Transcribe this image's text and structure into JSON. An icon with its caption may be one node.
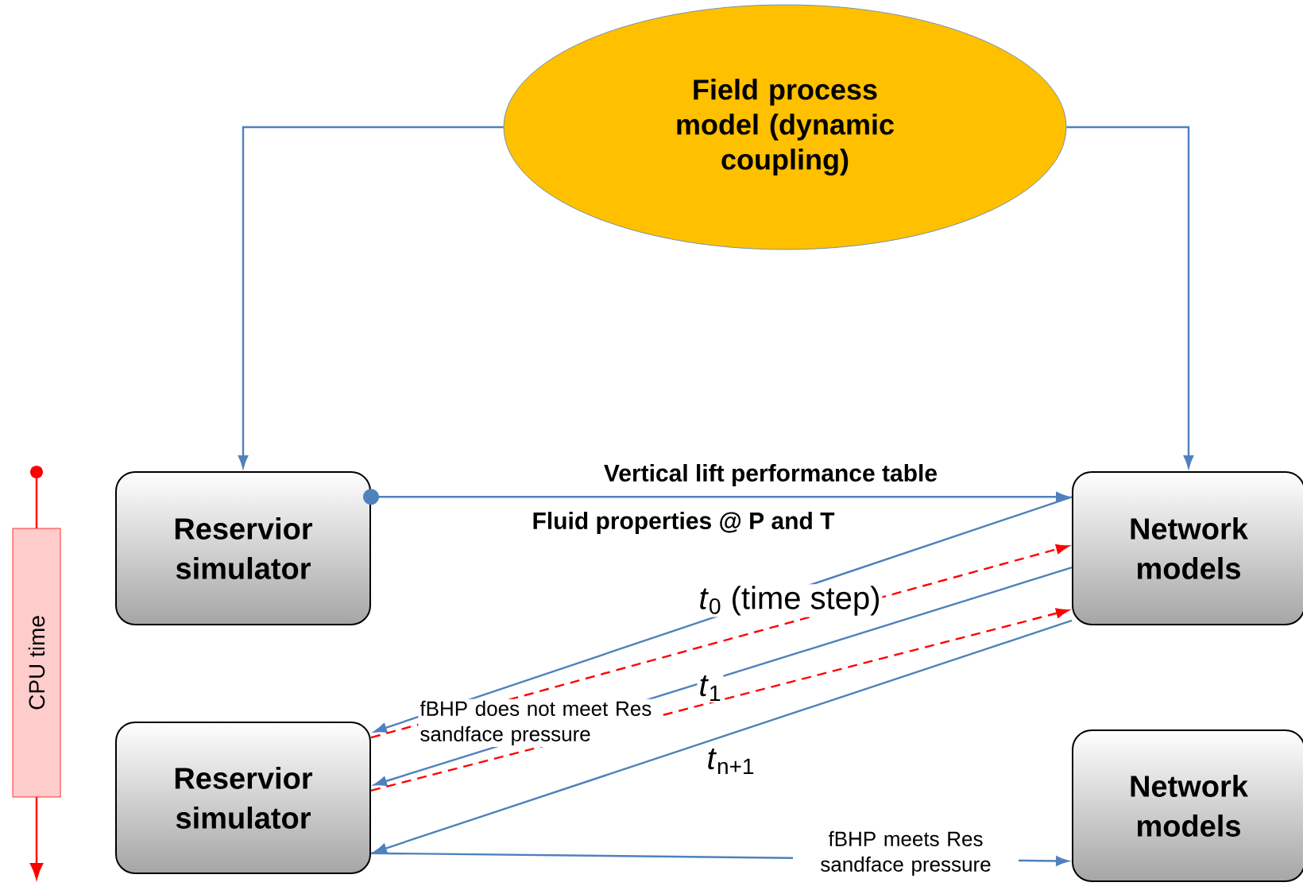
{
  "diagram": {
    "nodes": [
      {
        "text": [
          "Field process model (dynamic coupling)"
        ]
      },
      {
        "text": [
          "Reservior simulator"
        ]
      },
      {
        "text": [
          "Network models"
        ]
      },
      {
        "text": [
          "Reservior simulator"
        ]
      },
      {
        "text": [
          "Network models"
        ]
      },
      {
        "text": [
          "CPU time"
        ]
      }
    ],
    "edges": [
      {
        "from": 0,
        "to": 1,
        "arrow": "to"
      },
      {
        "from": 0,
        "to": 2,
        "arrow": "to"
      },
      {
        "from": 1,
        "to": 2,
        "arrow": "to",
        "label": "Vertical lift performance table"
      },
      {
        "from": 2,
        "to": 3,
        "arrow": "to",
        "label": "*t*$_{0}$ (time step)"
      },
      {
        "from": 3,
        "to": 2,
        "arrow": "to",
        "style": "dashed",
        "color": "#ff0000"
      },
      {
        "from": 2,
        "to": 3,
        "arrow": "to",
        "label": "*t*$_{1}$"
      },
      {
        "from": 3,
        "to": 2,
        "arrow": "to",
        "style": "dashed",
        "color": "#ff0000"
      },
      {
        "from": 2,
        "to": 3,
        "arrow": "to",
        "label": "*t*$_{n+1}$"
      },
      {
        "from": 3,
        "to": 4,
        "arrow": "to",
        "label": "fBHP meets Res sandface pressure"
      }
    ],
    "labels": [
      "Fluid properties @ P and T",
      "fBHP does not meet Res sandface pressure"
    ]
  }
}
